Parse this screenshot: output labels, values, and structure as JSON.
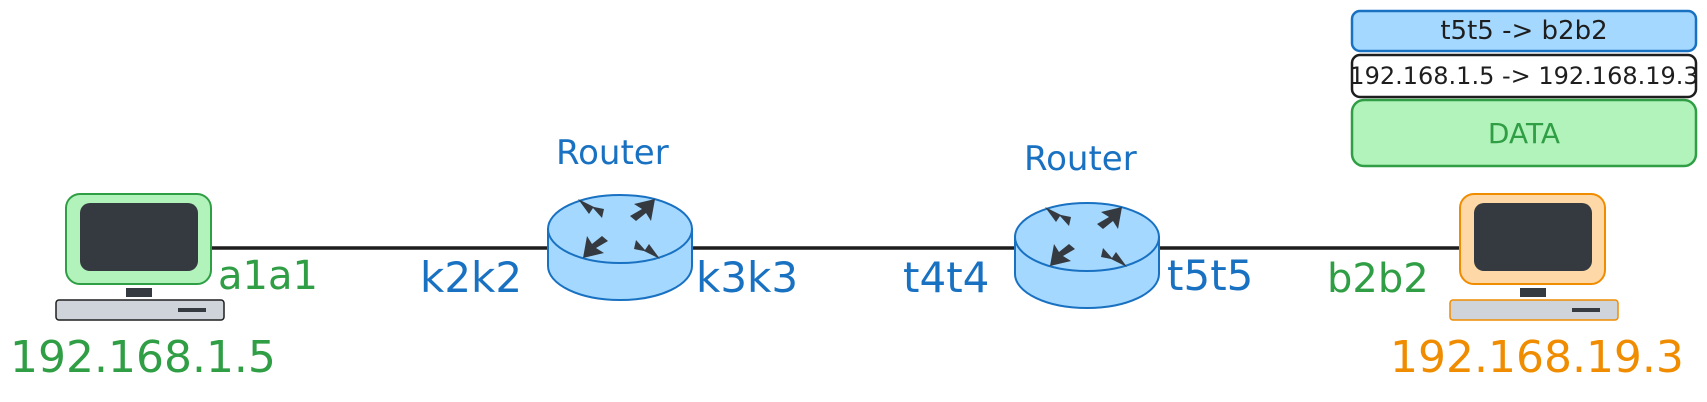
{
  "colors": {
    "line": "#1e1e1e",
    "green": "#2f9e44",
    "blue": "#1971c2",
    "orange": "#f08c00",
    "router_fill": "#a5d8ff",
    "pc_green_fill": "#b2f2bb",
    "pc_orange_fill": "#ffd8a8",
    "screen": "#343a40",
    "header_fill": "#a5d8ff",
    "data_fill": "#b2f2bb"
  },
  "hosts": {
    "left": {
      "mac": "a1a1",
      "ip": "192.168.1.5"
    },
    "right": {
      "mac": "b2b2",
      "ip": "192.168.19.3"
    }
  },
  "routers": [
    {
      "label": "Router",
      "port_left": "k2k2",
      "port_right": "k3k3"
    },
    {
      "label": "Router",
      "port_left": "t4t4",
      "port_right": "t5t5"
    }
  ],
  "packet": {
    "mac_header": "t5t5 -> b2b2",
    "ip_header": "192.168.1.5 -> 192.168.19.3",
    "payload": "DATA"
  }
}
